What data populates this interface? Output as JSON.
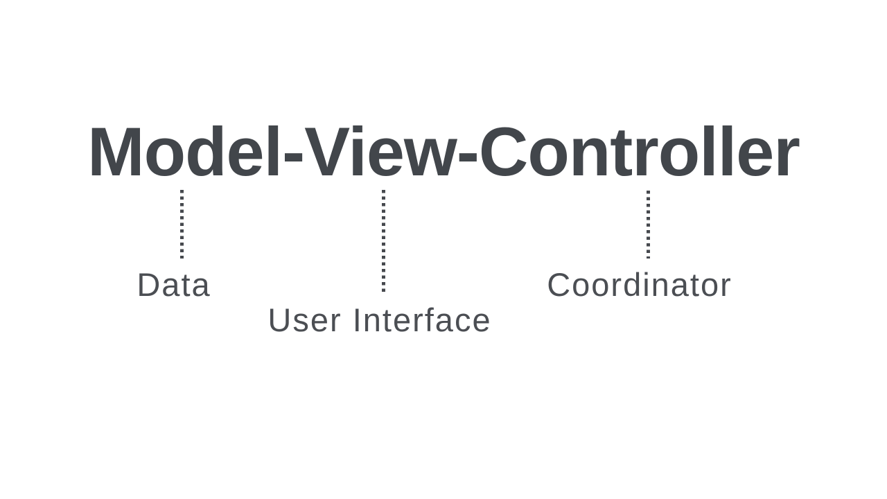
{
  "diagram": {
    "title": "Model-View-Controller",
    "parts": [
      {
        "term": "Model",
        "label": "Data"
      },
      {
        "term": "View",
        "label": "User Interface"
      },
      {
        "term": "Controller",
        "label": "Coordinator"
      }
    ],
    "colors": {
      "ink": "#42464b",
      "ink_soft": "#46494e",
      "ink_soft2": "#4b4e53",
      "background": "#ffffff"
    }
  }
}
